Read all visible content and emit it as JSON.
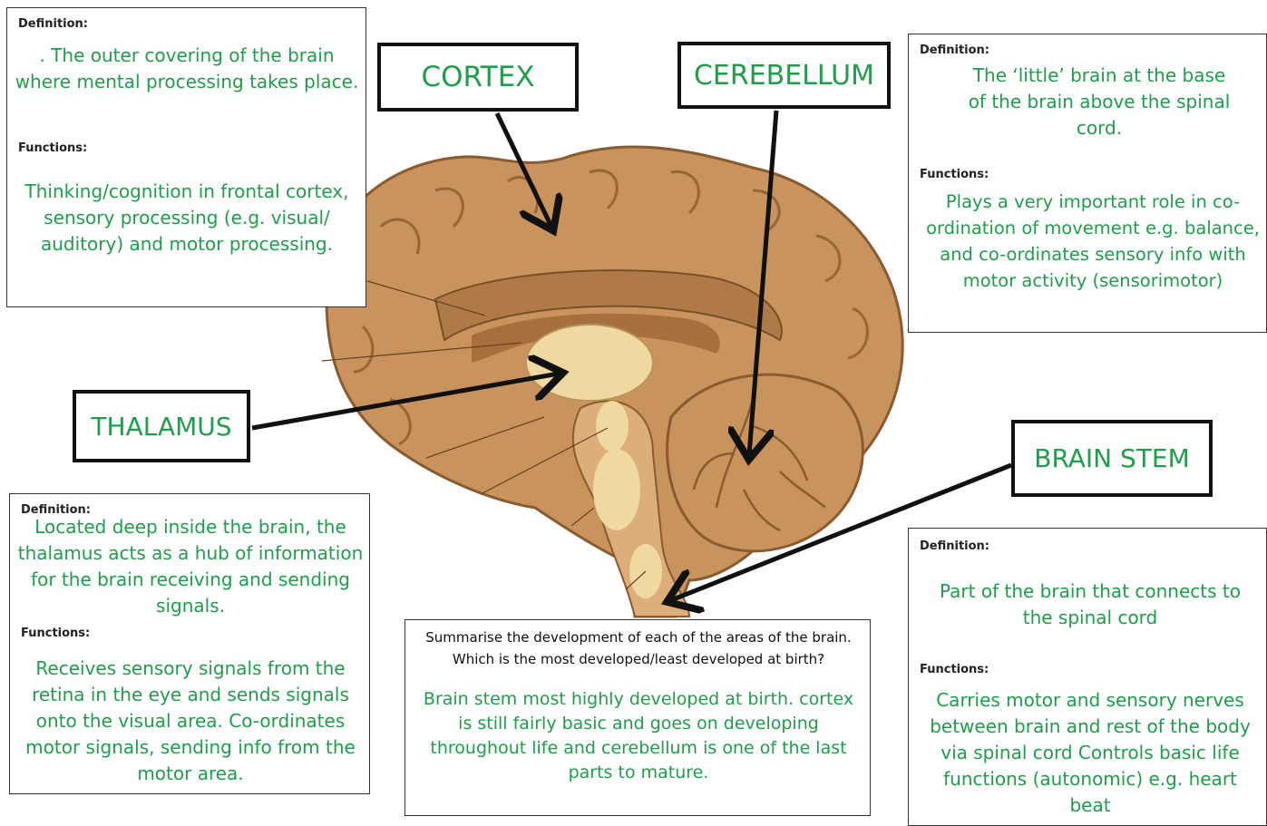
{
  "labels": {
    "cortex": "CORTEX",
    "cerebellum": "CEREBELLUM",
    "thalamus": "THALAMUS",
    "brain_stem": "BRAIN STEM"
  },
  "cortex_box": {
    "definition_label": "Definition:",
    "definition": ". The outer covering of the brain where mental processing takes place.",
    "functions_label": "Functions:",
    "functions": "Thinking/cognition in frontal cortex, sensory processing (e.g. visual/ auditory) and motor processing."
  },
  "cerebellum_box": {
    "definition_label": "Definition:",
    "definition": "The ‘little’ brain at the base of the brain above the spinal cord.",
    "functions_label": "Functions:",
    "functions": "Plays a very important role in co-ordination of movement e.g. balance, and co-ordinates sensory info with motor activity (sensorimotor)"
  },
  "thalamus_box": {
    "definition_label": "Definition:",
    "definition": "Located deep inside the brain, the thalamus acts as a hub of information for the brain receiving and sending signals.",
    "functions_label": "Functions:",
    "functions": "Receives sensory signals from the retina in the eye and sends signals onto the visual area. Co-ordinates motor signals, sending info from the motor area."
  },
  "brainstem_box": {
    "definition_label": "Definition:",
    "definition": "Part of the brain that connects to the spinal cord",
    "functions_label": "Functions:",
    "functions": "Carries motor and sensory nerves between brain and rest of the body via spinal cord Controls basic life functions (autonomic) e.g. heart beat"
  },
  "summary_box": {
    "question": "Summarise the development of each of the areas of the brain. Which is the most developed/least developed at birth?",
    "answer": "Brain stem most highly developed at birth. cortex is still fairly basic and goes on developing throughout life and cerebellum is one of the last parts to mature."
  },
  "colors": {
    "green_text": "#1e9e4a",
    "brain_outer": "#c8935c",
    "brain_inner": "#dcae7a",
    "brain_light": "#f0d9a0"
  },
  "icons": [
    "brain-illustration",
    "arrow-icon"
  ]
}
